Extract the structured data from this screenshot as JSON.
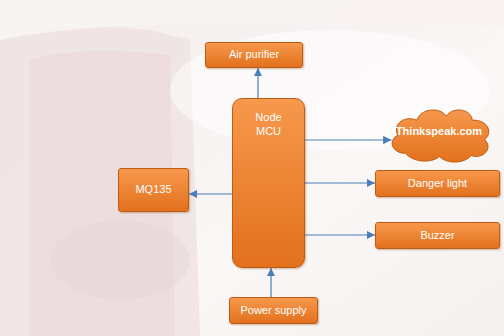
{
  "diagram": {
    "nodes": [
      {
        "text": [
          "Air purifier"
        ]
      },
      {
        "text": [
          "Thinkspeak.com"
        ]
      },
      {
        "text": [
          "Node MCU"
        ]
      },
      {
        "text": [
          "MQ135"
        ]
      },
      {
        "text": [
          "Danger light"
        ]
      },
      {
        "text": [
          "Buzzer"
        ]
      },
      {
        "text": [
          "Power supply"
        ]
      }
    ],
    "edges": [
      {
        "from": 2,
        "to": 0,
        "arrow": "to"
      },
      {
        "from": 2,
        "to": 1,
        "arrow": "to"
      },
      {
        "from": 2,
        "to": 3,
        "arrow": "to"
      },
      {
        "from": 2,
        "to": 4,
        "arrow": "to"
      },
      {
        "from": 2,
        "to": 5,
        "arrow": "to"
      },
      {
        "from": 6,
        "to": 2,
        "arrow": "to"
      }
    ]
  }
}
